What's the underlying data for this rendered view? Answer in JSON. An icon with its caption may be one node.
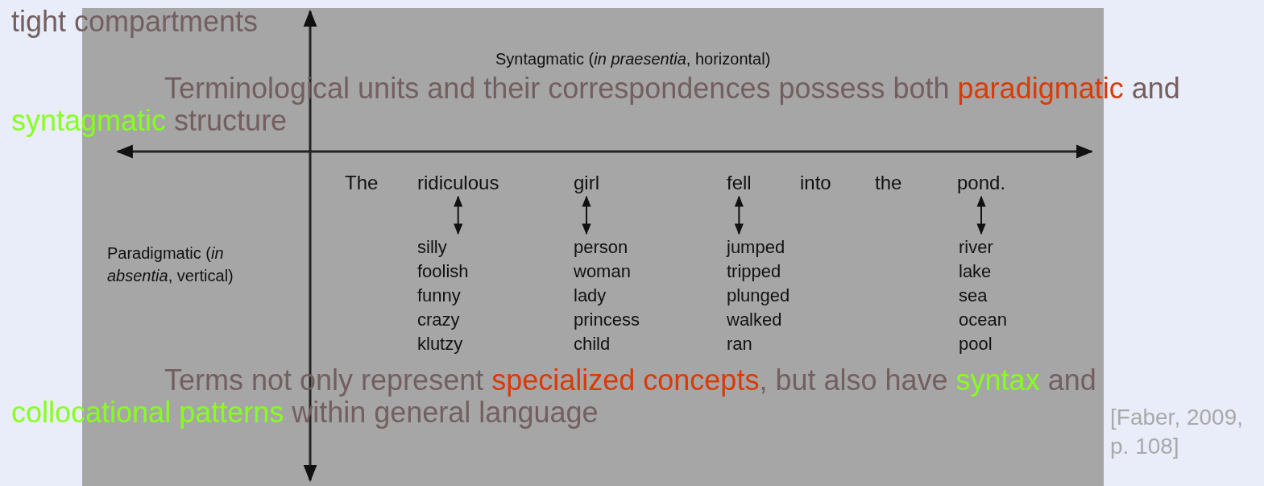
{
  "diagram": {
    "nodes": [
      {
        "text": [
          "The"
        ]
      },
      {
        "text": [
          "ridiculous"
        ]
      },
      {
        "text": [
          "girl"
        ]
      },
      {
        "text": [
          "fell"
        ]
      },
      {
        "text": [
          "into"
        ]
      },
      {
        "text": [
          "the"
        ]
      },
      {
        "text": [
          "pond."
        ]
      },
      {
        "text": [
          "silly foolish funny crazy klutzy"
        ]
      },
      {
        "text": [
          "person woman lady princess child"
        ]
      },
      {
        "text": [
          "jumped tripped plunged walked ran"
        ]
      },
      {
        "text": [
          "river lake sea ocean pool"
        ]
      }
    ],
    "edges": [
      {
        "from": 1,
        "to": 7,
        "arrow": "both"
      },
      {
        "from": 2,
        "to": 8,
        "arrow": "both"
      },
      {
        "from": 3,
        "to": 9,
        "arrow": "both"
      },
      {
        "from": 6,
        "to": 10,
        "arrow": "both"
      }
    ],
    "labels": [
      "tight compartments",
      "Syntagmatic (*in praesentia*, horizontal)",
      "Paradigmatic (*in absentia*, vertical)",
      "Terminological units and their correspondences possess both",
      "paradigmatic",
      "and",
      "syntagmatic",
      "structure",
      "Terms not only represent",
      "specialized concepts",
      ", but also have",
      "syntax",
      "and",
      "collocational patterns",
      "within general language",
      "[Faber, 2009, p. 108]"
    ]
  }
}
